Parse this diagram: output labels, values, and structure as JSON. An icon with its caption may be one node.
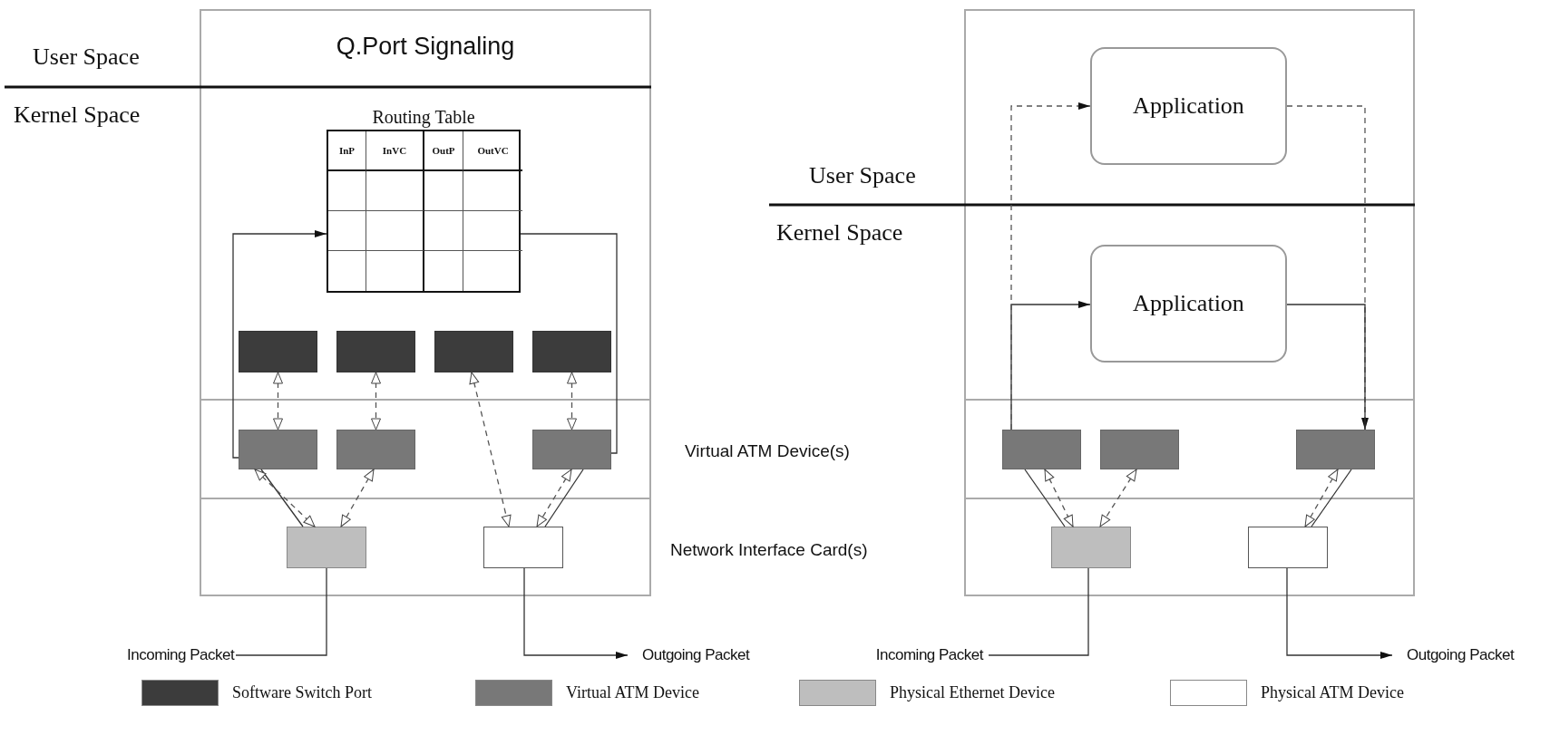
{
  "diagram": {
    "nodes": [
      {
        "text": [
          "Q.Port Signaling"
        ]
      },
      {
        "text": [
          "Routing Table",
          "InP",
          "InVC",
          "OutP",
          "OutVC"
        ],
        "in": 0
      },
      {
        "text": [],
        "shape": "box",
        "in": 0
      },
      {
        "text": [],
        "shape": "box",
        "in": 0
      },
      {
        "text": [],
        "shape": "box",
        "in": 0
      },
      {
        "text": [],
        "shape": "box",
        "in": 0
      },
      {
        "text": [],
        "shape": "box",
        "in": 0
      },
      {
        "text": [],
        "shape": "box",
        "in": 0
      },
      {
        "text": [],
        "shape": "box",
        "in": 0
      },
      {
        "text": [],
        "shape": "box",
        "in": 0
      },
      {
        "text": [],
        "shape": "box",
        "in": 0
      },
      {
        "text": [
          "Incoming Packet"
        ]
      },
      {
        "text": [
          "Outgoing Packet"
        ]
      },
      {
        "text": [],
        "shape": "box"
      },
      {
        "text": [
          "Application"
        ],
        "in": 13
      },
      {
        "text": [
          "Application"
        ],
        "in": 13
      },
      {
        "text": [],
        "shape": "box",
        "in": 13
      },
      {
        "text": [],
        "shape": "box",
        "in": 13
      },
      {
        "text": [],
        "shape": "box",
        "in": 13
      },
      {
        "text": [],
        "shape": "box",
        "in": 13
      },
      {
        "text": [],
        "shape": "box",
        "in": 13
      },
      {
        "text": [
          "Incoming Packet"
        ]
      },
      {
        "text": [
          "Outgoing Packet"
        ]
      }
    ],
    "edges": [
      {
        "from": 11,
        "to": 9,
        "arrow": "none"
      },
      {
        "from": 9,
        "to": 6,
        "arrow": "none"
      },
      {
        "from": 6,
        "to": 1,
        "arrow": "to"
      },
      {
        "from": 1,
        "to": 8,
        "arrow": "none"
      },
      {
        "from": 8,
        "to": 10,
        "arrow": "none"
      },
      {
        "from": 10,
        "to": 12,
        "arrow": "to"
      },
      {
        "from": 2,
        "to": 6,
        "arrow": "both",
        "style": "dashed"
      },
      {
        "from": 3,
        "to": 7,
        "arrow": "both",
        "style": "dashed"
      },
      {
        "from": 5,
        "to": 8,
        "arrow": "both",
        "style": "dashed"
      },
      {
        "from": 6,
        "to": 9,
        "arrow": "both",
        "style": "dashed"
      },
      {
        "from": 7,
        "to": 9,
        "arrow": "both",
        "style": "dashed"
      },
      {
        "from": 4,
        "to": 10,
        "arrow": "both",
        "style": "dashed"
      },
      {
        "from": 8,
        "to": 10,
        "arrow": "both",
        "style": "dashed"
      },
      {
        "from": 21,
        "to": 19,
        "arrow": "none"
      },
      {
        "from": 19,
        "to": 16,
        "arrow": "none"
      },
      {
        "from": 16,
        "to": 15,
        "arrow": "to"
      },
      {
        "from": 16,
        "to": 14,
        "arrow": "to",
        "style": "dashed"
      },
      {
        "from": 14,
        "to": 18,
        "arrow": "to",
        "style": "dashed"
      },
      {
        "from": 15,
        "to": 18,
        "arrow": "none"
      },
      {
        "from": 18,
        "to": 20,
        "arrow": "none"
      },
      {
        "from": 20,
        "to": 22,
        "arrow": "to"
      },
      {
        "from": 16,
        "to": 19,
        "arrow": "both",
        "style": "dashed"
      },
      {
        "from": 17,
        "to": 19,
        "arrow": "both",
        "style": "dashed"
      },
      {
        "from": 18,
        "to": 20,
        "arrow": "both",
        "style": "dashed"
      }
    ],
    "labels": [
      "User Space",
      "Kernel Space",
      "User Space",
      "Kernel Space",
      "Virtual ATM Device(s)",
      "Network Interface Card(s)"
    ],
    "legend": [
      {
        "text": "Software Switch Port",
        "color": "#3c3c3c"
      },
      {
        "text": "Virtual ATM Device",
        "color": "#787878"
      },
      {
        "text": "Physical Ethernet Device",
        "color": "#bebebe"
      },
      {
        "text": "Physical ATM Device",
        "color": "#ffffff"
      }
    ]
  }
}
